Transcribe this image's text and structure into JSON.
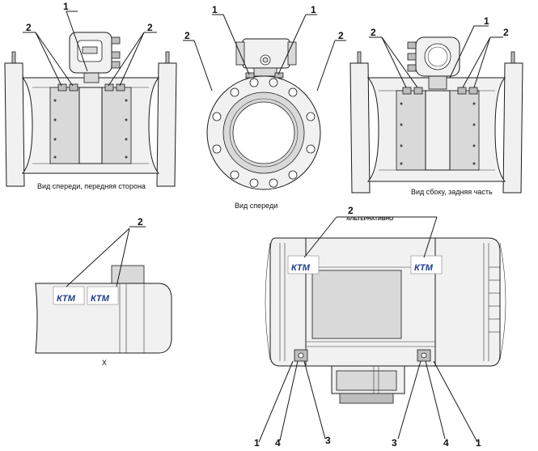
{
  "captions": {
    "front_side": "Вид спереди, передняя сторона",
    "front": "Вид спереди",
    "side_rear": "Вид сбоку, задняя часть",
    "x_view": "X",
    "alternative": "АЛЬТЕРНАТИВНО"
  },
  "callouts": {
    "one": "1",
    "two": "2",
    "three": "3",
    "four": "4"
  },
  "logo": {
    "text": "КТМ"
  },
  "colors": {
    "logo_blue": "#1f3e8a",
    "line": "#1a1a1a"
  }
}
